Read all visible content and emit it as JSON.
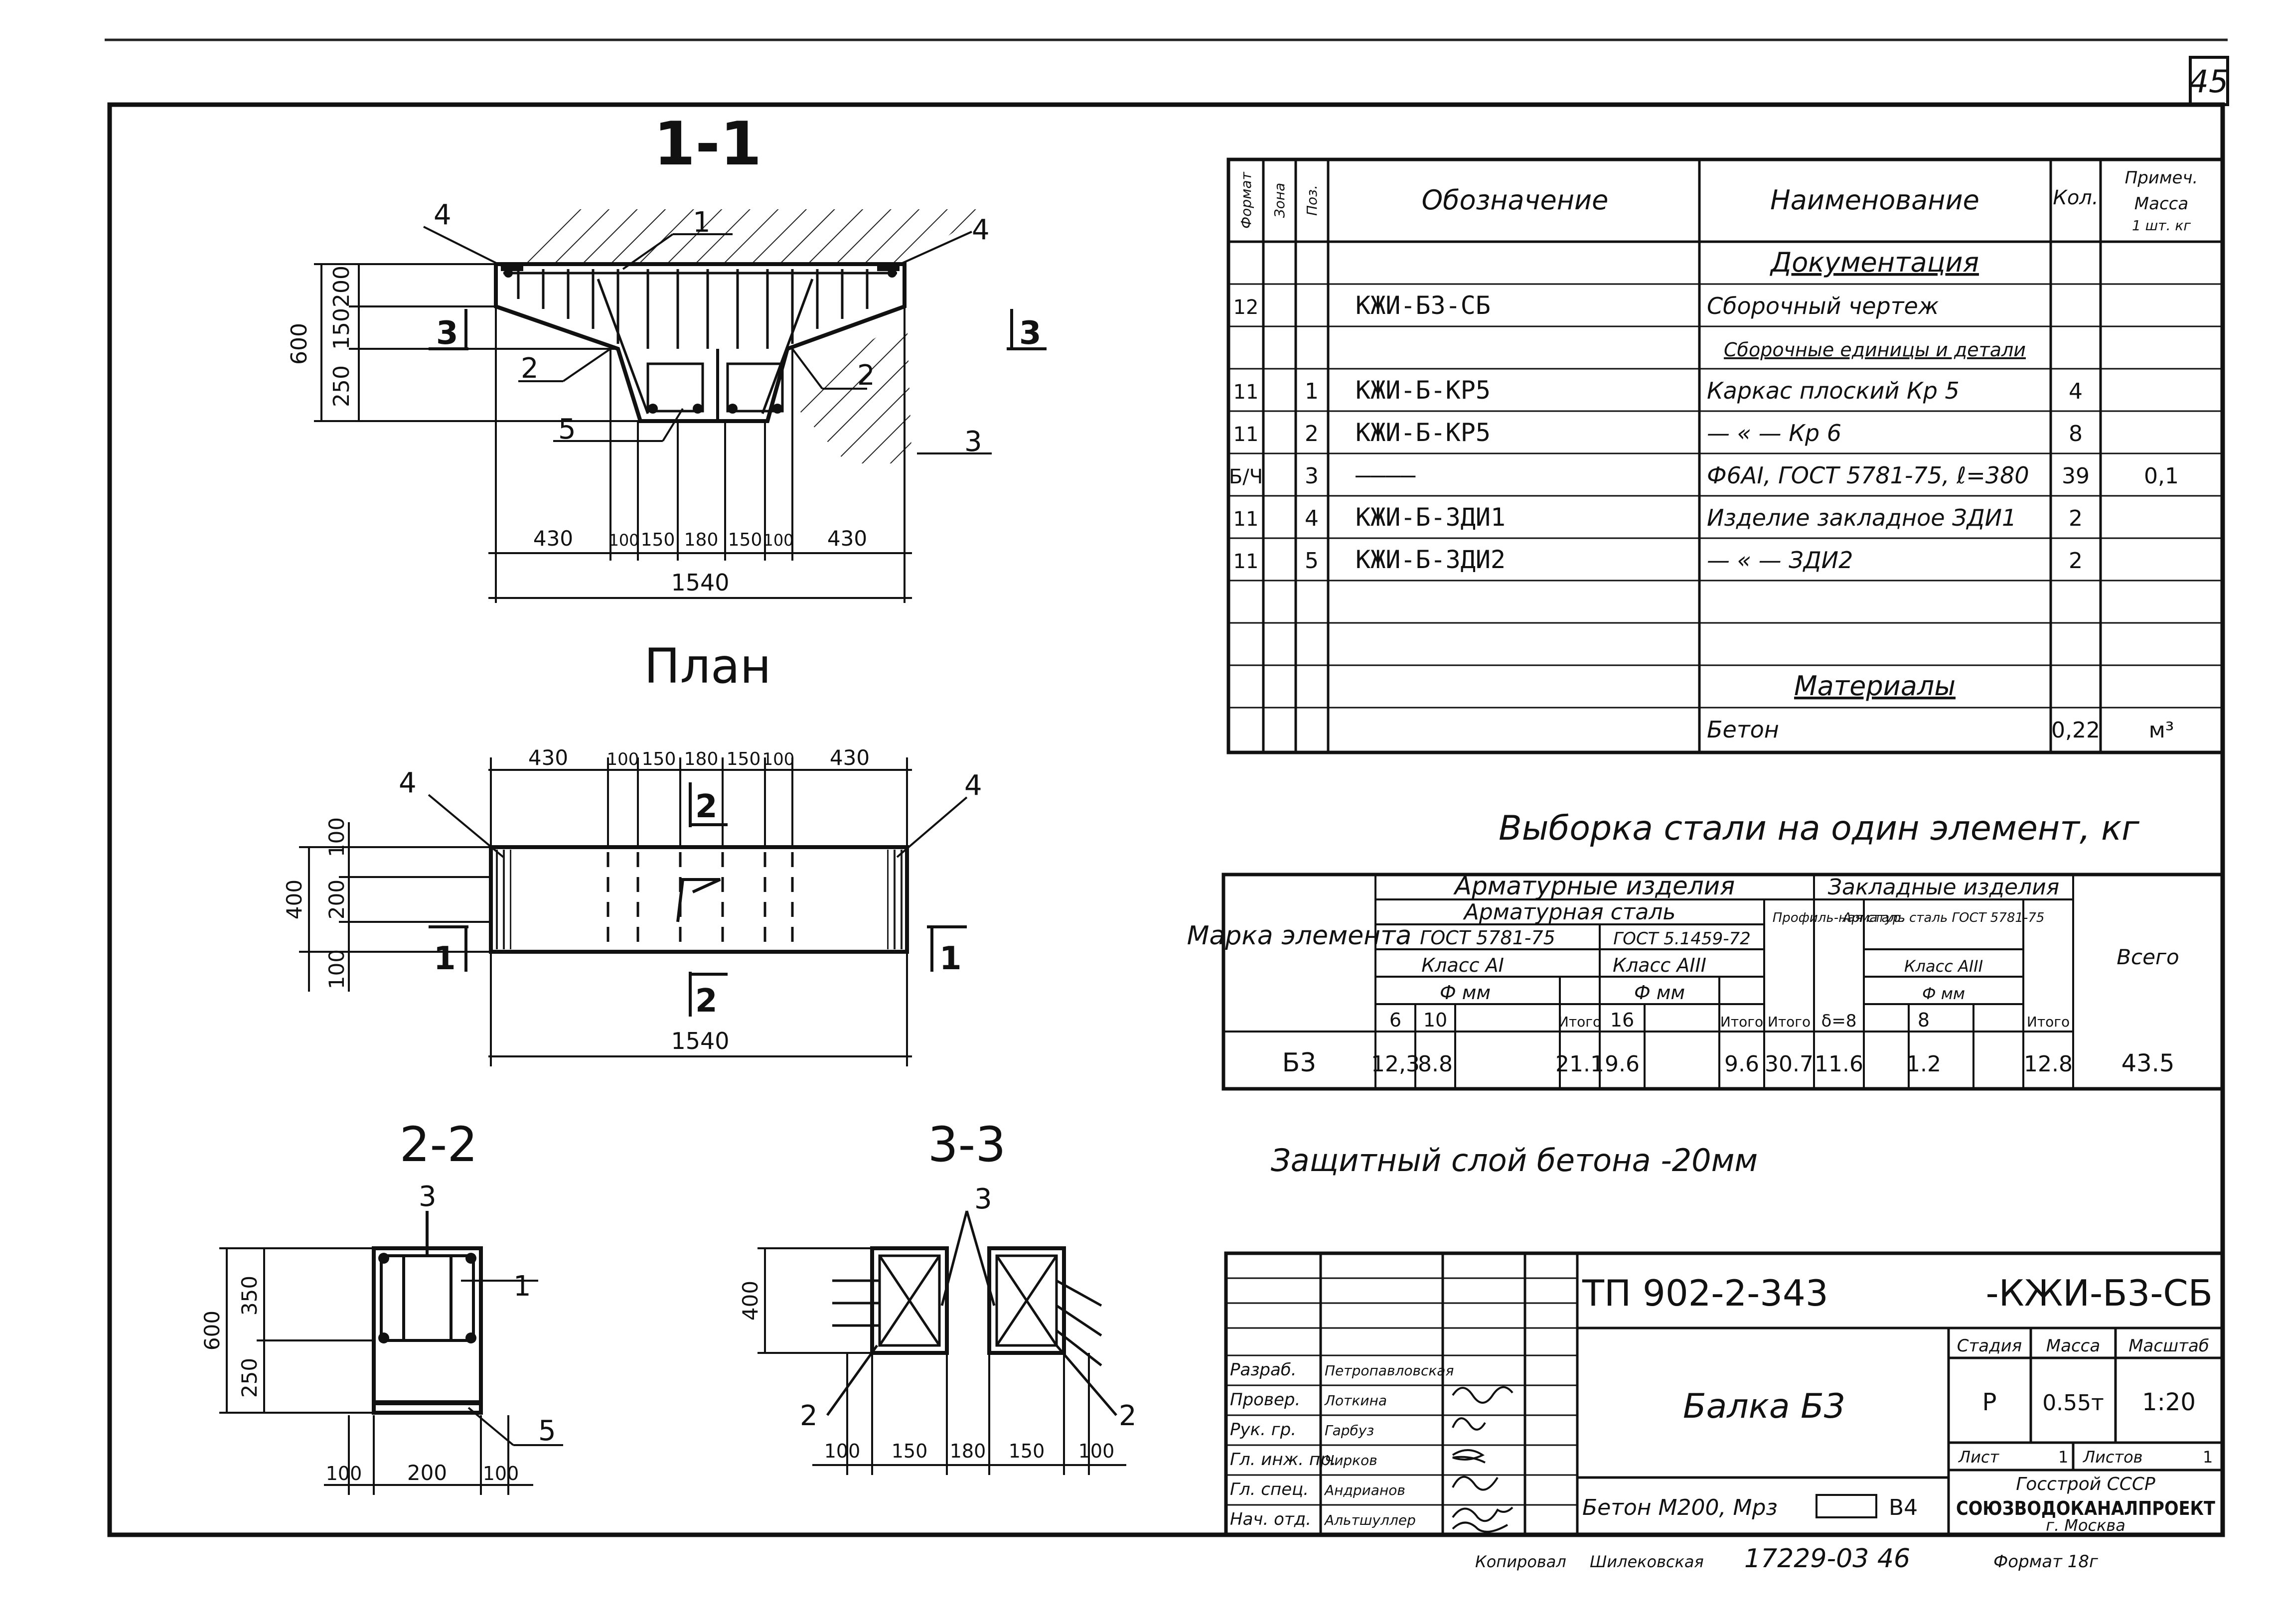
{
  "sheet": {
    "page_number": "45",
    "format_footer": "Формат 18г"
  },
  "views": {
    "section_1_1": {
      "title": "1-1",
      "dims": {
        "h600": "600",
        "h200": "200",
        "h150": "150",
        "h250": "250",
        "d430a": "430",
        "d100a": "100",
        "d150a": "150",
        "d180": "180",
        "d150b": "150",
        "d100b": "100",
        "d430b": "430",
        "total": "1540"
      },
      "marks": {
        "m1": "1",
        "m2l": "2",
        "m2r": "2",
        "m3l": "3",
        "m3r": "3",
        "m3b": "3",
        "m4l": "4",
        "m4r": "4",
        "m5": "5"
      }
    },
    "plan": {
      "title": "План",
      "dims": {
        "d430a": "430",
        "d100a": "100",
        "d150a": "150",
        "d180": "180",
        "d150b": "150",
        "d100b": "100",
        "d430b": "430",
        "h100a": "100",
        "h200": "200",
        "h100b": "100",
        "h400": "400",
        "total": "1540"
      },
      "marks": {
        "m1l": "1",
        "m1r": "1",
        "m2t": "2",
        "m2b": "2",
        "m4l": "4",
        "m4r": "4"
      }
    },
    "section_2_2": {
      "title": "2-2",
      "dims": {
        "h600": "600",
        "h350": "350",
        "h250": "250",
        "d100a": "100",
        "d200": "200",
        "d100b": "100"
      },
      "marks": {
        "m1": "1",
        "m3": "3",
        "m5": "5"
      }
    },
    "section_3_3": {
      "title": "3-3",
      "dims": {
        "h400": "400",
        "d100a": "100",
        "d150a": "150",
        "d180": "180",
        "d150b": "150",
        "d100b": "100"
      },
      "marks": {
        "m2l": "2",
        "m2r": "2",
        "m3": "3"
      }
    }
  },
  "spec": {
    "headers": {
      "format": "Формат",
      "zone": "Зона",
      "pos": "Поз.",
      "designation": "Обозначение",
      "name": "Наименование",
      "qty": "Кол.",
      "note": "Примеч.",
      "mass": "Масса",
      "mass_unit": "1 шт. кг"
    },
    "rows": [
      {
        "format": "",
        "pos": "",
        "designation": "",
        "name": "Документация",
        "qty": "",
        "note": "",
        "section": true
      },
      {
        "format": "12",
        "pos": "",
        "designation": "КЖИ-Б3-СБ",
        "name": "Сборочный чертеж",
        "qty": "",
        "note": ""
      },
      {
        "format": "",
        "pos": "",
        "designation": "",
        "name": "Сборочные единицы и детали",
        "qty": "",
        "note": "",
        "subsection": true
      },
      {
        "format": "11",
        "pos": "1",
        "designation": "КЖИ-Б-КР5",
        "name": "Каркас плоский Кр 5",
        "qty": "4",
        "note": ""
      },
      {
        "format": "11",
        "pos": "2",
        "designation": "КЖИ-Б-КР5",
        "name": "— « —        Кр 6",
        "qty": "8",
        "note": ""
      },
      {
        "format": "Б/Ч",
        "pos": "3",
        "designation": "————",
        "name": "Ф6АI, ГОСТ 5781-75, ℓ=380",
        "qty": "39",
        "note": "0,1"
      },
      {
        "format": "11",
        "pos": "4",
        "designation": "КЖИ-Б-ЗДИ1",
        "name": "Изделие закладное ЗДИ1",
        "qty": "2",
        "note": ""
      },
      {
        "format": "11",
        "pos": "5",
        "designation": "КЖИ-Б-ЗДИ2",
        "name": "— « —        ЗДИ2",
        "qty": "2",
        "note": ""
      },
      {
        "format": "",
        "pos": "",
        "designation": "",
        "name": "",
        "qty": "",
        "note": ""
      },
      {
        "format": "",
        "pos": "",
        "designation": "",
        "name": "",
        "qty": "",
        "note": ""
      },
      {
        "format": "",
        "pos": "",
        "designation": "",
        "name": "Материалы",
        "qty": "",
        "note": "",
        "section": true
      },
      {
        "format": "",
        "pos": "",
        "designation": "",
        "name": "Бетон",
        "qty": "0,22",
        "note": "м³"
      }
    ]
  },
  "steel": {
    "title": "Выборка стали на один элемент, кг",
    "h_mark": "Марка элемента",
    "h_reinf_items": "Арматурные изделия",
    "h_embedded": "Закладные изделия",
    "h_reinf_steel": "Арматурная сталь",
    "h_gost_a": "ГОСТ 5781-75",
    "h_gost_b": "ГОСТ 5.1459-72",
    "h_class_a": "Класс АI",
    "h_class_b": "Класс АIII",
    "h_phi": "Ф мм",
    "h_profile": "Профиль-ная сталь",
    "h_emb_reinf": "Арматур. сталь ГОСТ 5781-75",
    "h_emb_class": "Класс АIII",
    "h_total_all": "Всего",
    "h_total": "Итого",
    "h_d6": "6",
    "h_d10": "10",
    "h_d16": "16",
    "h_delta": "δ=8",
    "h_d8": "8",
    "row": {
      "mark": "Б3",
      "d6": "12,3",
      "d10": "8.8",
      "sum_a": "21.1",
      "d16": "9.6",
      "sum_b": "9.6",
      "sum_reinf": "30.7",
      "profile": "11.6",
      "d8": "1.2",
      "sum_emb": "12.8",
      "total": "43.5"
    }
  },
  "note_cover": "Защитный слой бетона -20мм",
  "title_block": {
    "code": "ТП 902-2-343",
    "sheet_code": "-КЖИ-Б3-СБ",
    "object_name": "Балка Б3",
    "concrete": "Бетон М200, Мрз",
    "concrete_tail": "В4",
    "stage_h": "Стадия",
    "mass_h": "Масса",
    "scale_h": "Масштаб",
    "stage": "Р",
    "mass": "0.55т",
    "scale": "1:20",
    "sheet_label": "Лист",
    "sheet_no": "1",
    "sheets_label": "Листов",
    "sheets_no": "1",
    "org1": "Госстрой СССР",
    "org2": "СОЮЗВОДОКАНАЛПРОЕКТ",
    "org3": "г. Москва",
    "roles": [
      {
        "role": "Разраб.",
        "name": "Петропавловская"
      },
      {
        "role": "Провер.",
        "name": "Лоткина"
      },
      {
        "role": "Рук. гр.",
        "name": "Гарбуз"
      },
      {
        "role": "Гл. инж. пр.",
        "name": "Чирков"
      },
      {
        "role": "Гл. спец.",
        "name": "Андрианов"
      },
      {
        "role": "Нач. отд.",
        "name": "Альтшуллер"
      }
    ]
  },
  "footer": {
    "copied": "Копировал",
    "copier": "Шилековская",
    "order": "17229-03 46"
  }
}
